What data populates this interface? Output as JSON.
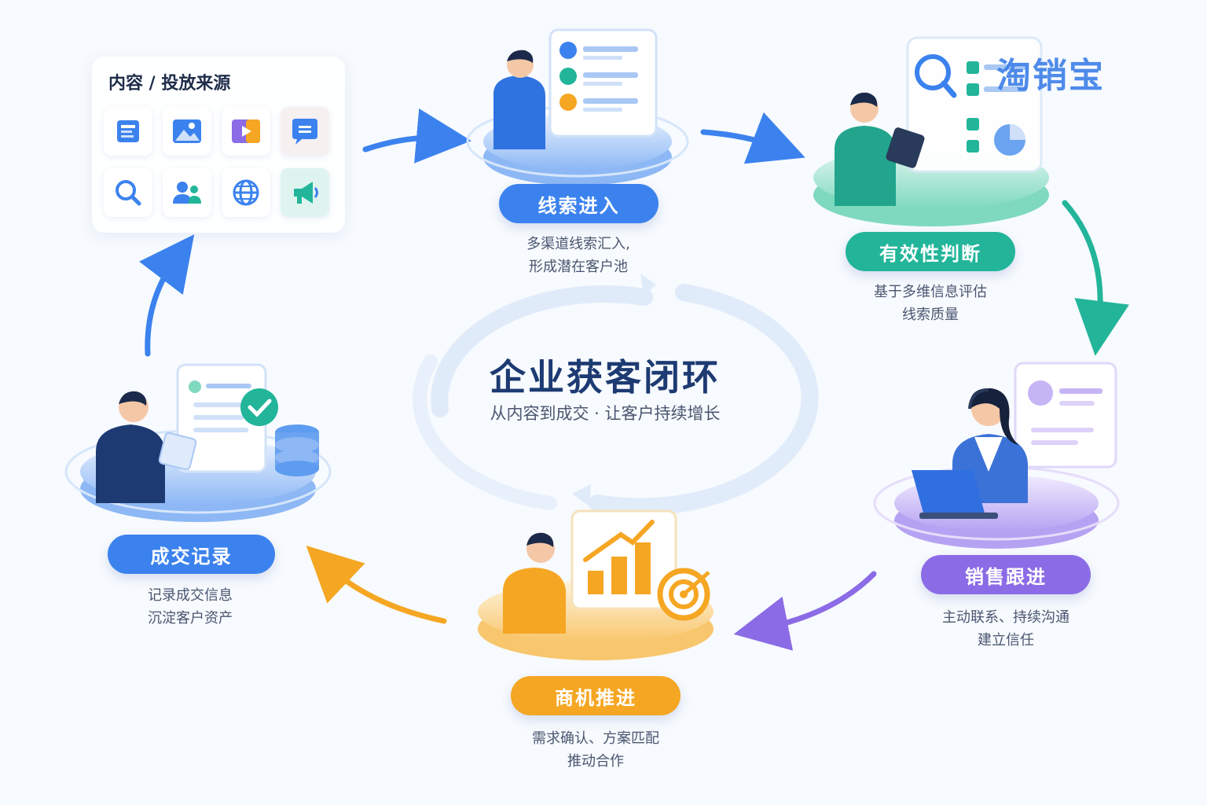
{
  "brand": "淘销宝",
  "center": {
    "title": "企业获客闭环",
    "subtitle": "从内容到成交 · 让客户持续增长"
  },
  "source_panel": {
    "title": "内容 / 投放来源",
    "icons": [
      "article-icon",
      "image-icon",
      "video-icon",
      "chat-icon",
      "search-icon",
      "users-icon",
      "globe-icon",
      "megaphone-icon"
    ]
  },
  "stages": [
    {
      "key": "leads",
      "label": "线索进入",
      "desc_line1": "多渠道线索汇入,",
      "desc_line2": "形成潜在客户池",
      "color": "#3b82ee"
    },
    {
      "key": "validate",
      "label": "有效性判断",
      "desc_line1": "基于多维信息评估",
      "desc_line2": "线索质量",
      "color": "#22b59a"
    },
    {
      "key": "follow",
      "label": "销售跟进",
      "desc_line1": "主动联系、持续沟通",
      "desc_line2": "建立信任",
      "color": "#8b6be6"
    },
    {
      "key": "opportunity",
      "label": "商机推进",
      "desc_line1": "需求确认、方案匹配",
      "desc_line2": "推动合作",
      "color": "#f5a623"
    },
    {
      "key": "deal",
      "label": "成交记录",
      "desc_line1": "记录成交信息",
      "desc_line2": "沉淀客户资产",
      "color": "#3b82ee"
    }
  ],
  "colors": {
    "blue": "#3b82ee",
    "teal": "#22b59a",
    "purple": "#8b6be6",
    "orange": "#f5a623",
    "navy": "#1d3a72"
  }
}
